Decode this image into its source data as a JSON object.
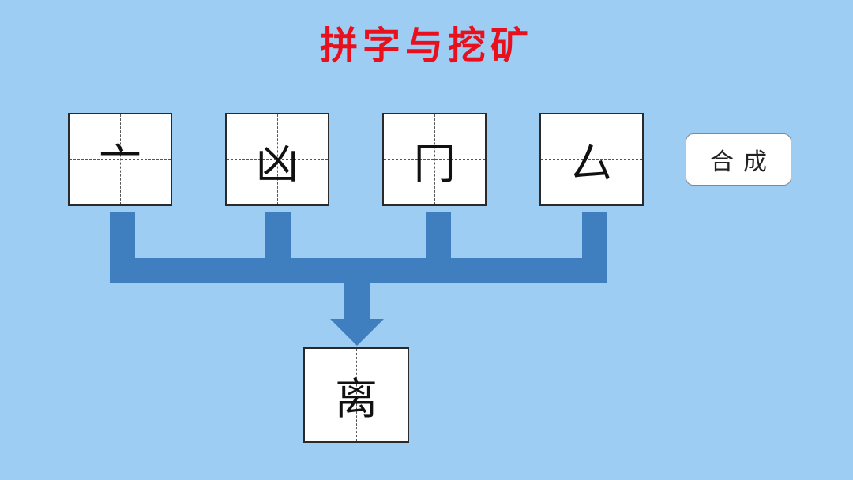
{
  "title": "拼字与挖矿",
  "components": [
    {
      "char": "亠"
    },
    {
      "char": "凶"
    },
    {
      "char": "冂"
    },
    {
      "char": "厶"
    }
  ],
  "combine_button": {
    "label": "合成"
  },
  "result": {
    "char": "离"
  },
  "colors": {
    "background": "#9ecdf3",
    "title": "#e8101c",
    "connector": "#3f7fbf"
  }
}
